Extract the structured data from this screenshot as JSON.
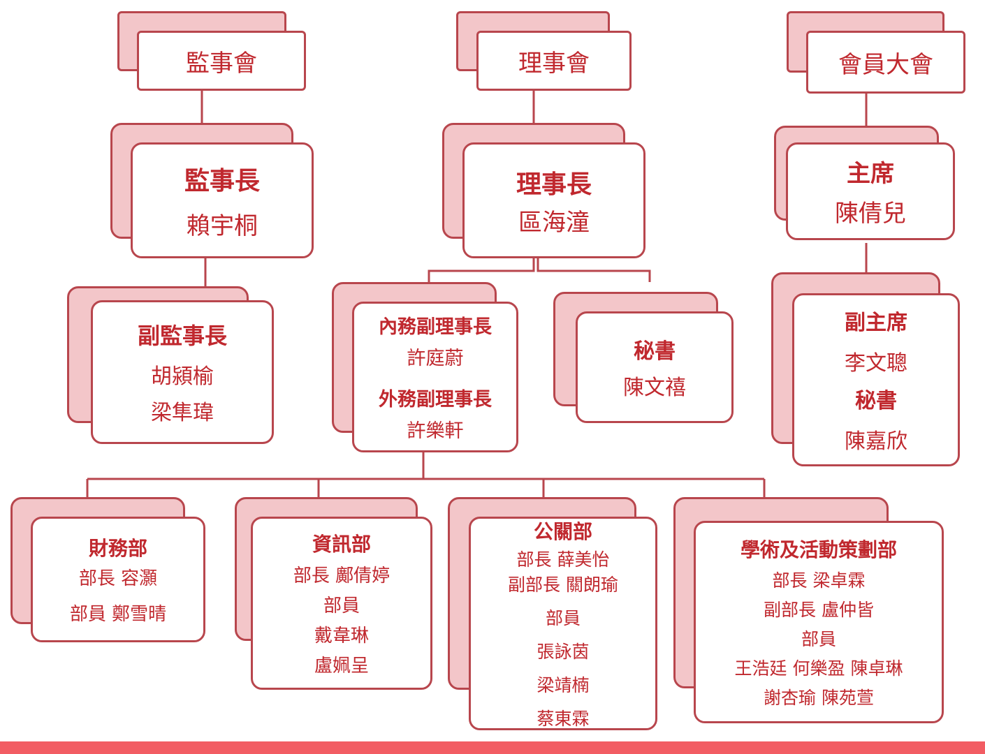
{
  "colors": {
    "accent": "#c0282e",
    "border": "#b8464d",
    "shadow_fill": "#f3c6c9",
    "bottom_bar": "#f25c63"
  },
  "supervisory_board": {
    "title": "監事會"
  },
  "board_of_directors": {
    "title": "理事會"
  },
  "general_assembly": {
    "title": "會員大會"
  },
  "chief_supervisor": {
    "role": "監事長",
    "name": "賴宇桐"
  },
  "vice_chief_supervisor": {
    "role": "副監事長",
    "names": [
      "胡潁榆",
      "梁隼瑋"
    ]
  },
  "president": {
    "role": "理事長",
    "name": "區海潼"
  },
  "vice_presidents": {
    "internal": {
      "role": "內務副理事長",
      "name": "許庭蔚"
    },
    "external": {
      "role": "外務副理事長",
      "name": "許樂軒"
    }
  },
  "secretary": {
    "role": "秘書",
    "name": "陳文禧"
  },
  "chairman": {
    "role": "主席",
    "name": "陳倩兒"
  },
  "vice_chairman": {
    "role": "副主席",
    "name": "李文聰",
    "secretary_role": "秘書",
    "secretary_name": "陳嘉欣"
  },
  "departments": {
    "finance": {
      "title": "財務部",
      "lines": [
        "部長  容灝",
        "部員 鄭雪晴"
      ]
    },
    "it": {
      "title": "資訊部",
      "lines": [
        "部長 鄺倩婷",
        "部員",
        "戴韋琳",
        "盧姵呈"
      ]
    },
    "pr": {
      "title": "公關部",
      "lines": [
        "部長  薛美怡",
        "副部長 關朗瑜",
        "部員",
        "張詠茵",
        "梁靖楠",
        "蔡東霖"
      ]
    },
    "academic": {
      "title": "學術及活動策劃部",
      "lines": [
        "部長  梁卓霖",
        "副部長 盧仲皆",
        "部員",
        "王浩廷 何樂盈 陳卓琳",
        "謝杏瑜 陳苑萱"
      ]
    }
  }
}
